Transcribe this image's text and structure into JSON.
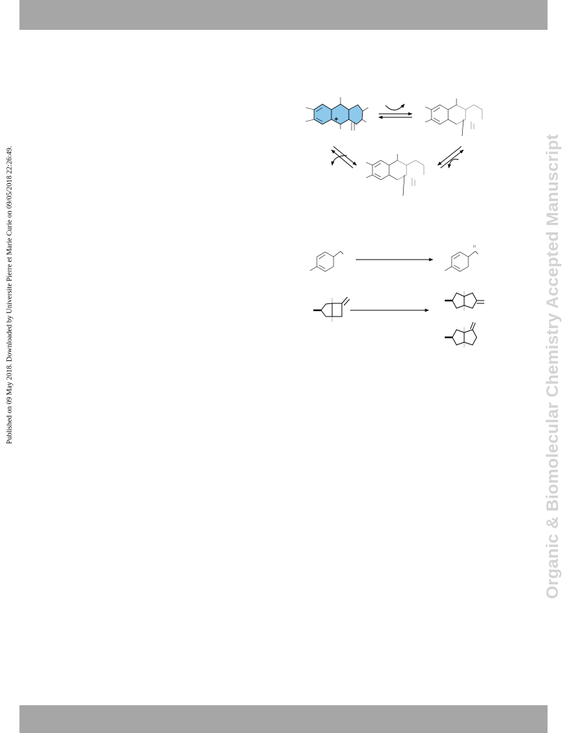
{
  "header_bar": {
    "color": "#a6a6a6"
  },
  "footer_bar": {
    "color": "#a6a6a6"
  },
  "side_note": "Published on 09 May 2018. Downloaded by Universite Pierre et Marie Curie on 09/05/2018 22:26:49.",
  "watermark": "Organic & Biomolecular Chemistry Accepted Manuscript",
  "scheme1": {
    "cation_label": "+",
    "highlight_color": "#8ec9ec"
  },
  "scheme2": {
    "h_label": "H"
  },
  "colors": {
    "watermark": "#d3d3d3",
    "text": "#000000"
  }
}
